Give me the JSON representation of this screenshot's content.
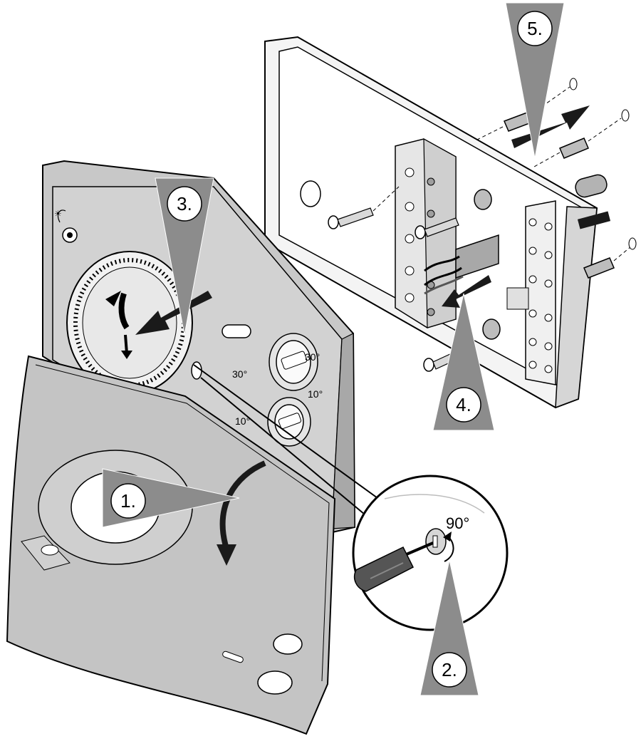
{
  "steps": [
    {
      "id": "step-1",
      "label": "1."
    },
    {
      "id": "step-2",
      "label": "2."
    },
    {
      "id": "step-3",
      "label": "3."
    },
    {
      "id": "step-4",
      "label": "4."
    },
    {
      "id": "step-5",
      "label": "5."
    }
  ],
  "detail": {
    "rotation_label": "90°"
  },
  "dials": {
    "upper_max": "30°",
    "upper_min": "10°",
    "lower_max": "30°",
    "lower_min": "10°"
  },
  "colors": {
    "housing": "#c8c8c8",
    "housing_dark": "#9e9e9e",
    "panel": "#bdbdbd",
    "marker": "#8c8c8c",
    "arrow": "#1a1a1a",
    "circle": "#ffffff"
  }
}
